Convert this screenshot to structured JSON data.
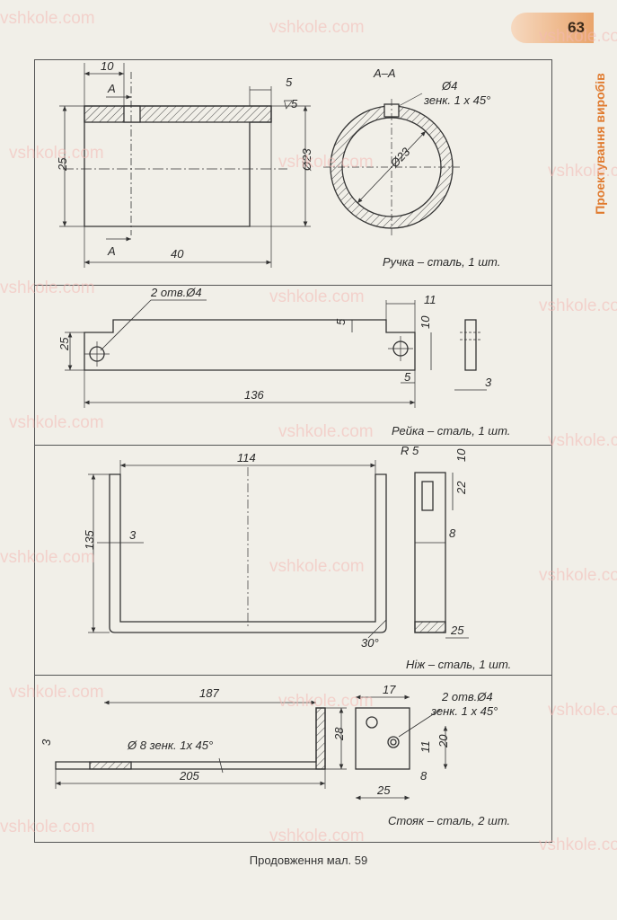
{
  "page_number": "63",
  "side_title": "Проектування виробів",
  "footer": "Продовження мал. 59",
  "watermark": "vshkole.com",
  "parts": {
    "handle": {
      "caption": "Ручка – сталь, 1 шт.",
      "dims": {
        "d10": "10",
        "a1": "А",
        "a2": "А",
        "d5": "5",
        "rough": "▽5",
        "d25": "25",
        "d23": "Ø23",
        "d40": "40",
        "section": "А–А",
        "hole": "Ø4",
        "chamfer": "зенк. 1 х 45°",
        "d23c": "Ø23"
      }
    },
    "rail": {
      "caption": "Рейка – сталь, 1 шт.",
      "dims": {
        "holes": "2 отв.Ø4",
        "d11": "11",
        "d5a": "5",
        "d10": "10",
        "d25": "25",
        "d5b": "5",
        "d136": "136",
        "d3": "3"
      }
    },
    "knife": {
      "caption": "Ніж – сталь, 1 шт.",
      "dims": {
        "d114": "114",
        "r5": "R 5",
        "d10": "10",
        "d22": "22",
        "d135": "135",
        "d3": "3",
        "d8": "8",
        "d25": "25",
        "a30": "30°"
      }
    },
    "stand": {
      "caption": "Стояк – сталь, 2 шт.",
      "dims": {
        "d187": "187",
        "d17": "17",
        "holes": "2 отв.Ø4",
        "chamfer": "зенк. 1 х 45°",
        "d3": "3",
        "d8": "Ø 8 зенк. 1х 45°",
        "d28": "28",
        "d20": "20",
        "d11": "11",
        "d205": "205",
        "d8b": "8",
        "d25": "25"
      }
    }
  }
}
